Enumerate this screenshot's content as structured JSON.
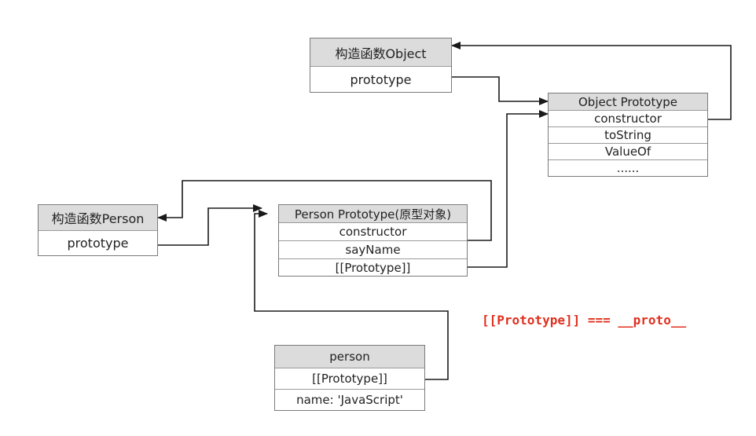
{
  "object_ctor": {
    "title": "构造函数Object",
    "prop": "prototype"
  },
  "object_proto": {
    "title": "Object Prototype",
    "rows": [
      "constructor",
      "toString",
      "ValueOf",
      "......"
    ]
  },
  "person_ctor": {
    "title": "构造函数Person",
    "prop": "prototype"
  },
  "person_proto": {
    "title": "Person Prototype(原型对象)",
    "rows": [
      "constructor",
      "sayName",
      "[[Prototype]]"
    ]
  },
  "person_instance": {
    "title": "person",
    "rows": [
      "[[Prototype]]",
      "name: 'JavaScript'"
    ]
  },
  "note": "[[Prototype]] === __proto__",
  "colors": {
    "note": "#e0301e",
    "header": "#dcdcdc",
    "line": "#1a1a1a"
  }
}
